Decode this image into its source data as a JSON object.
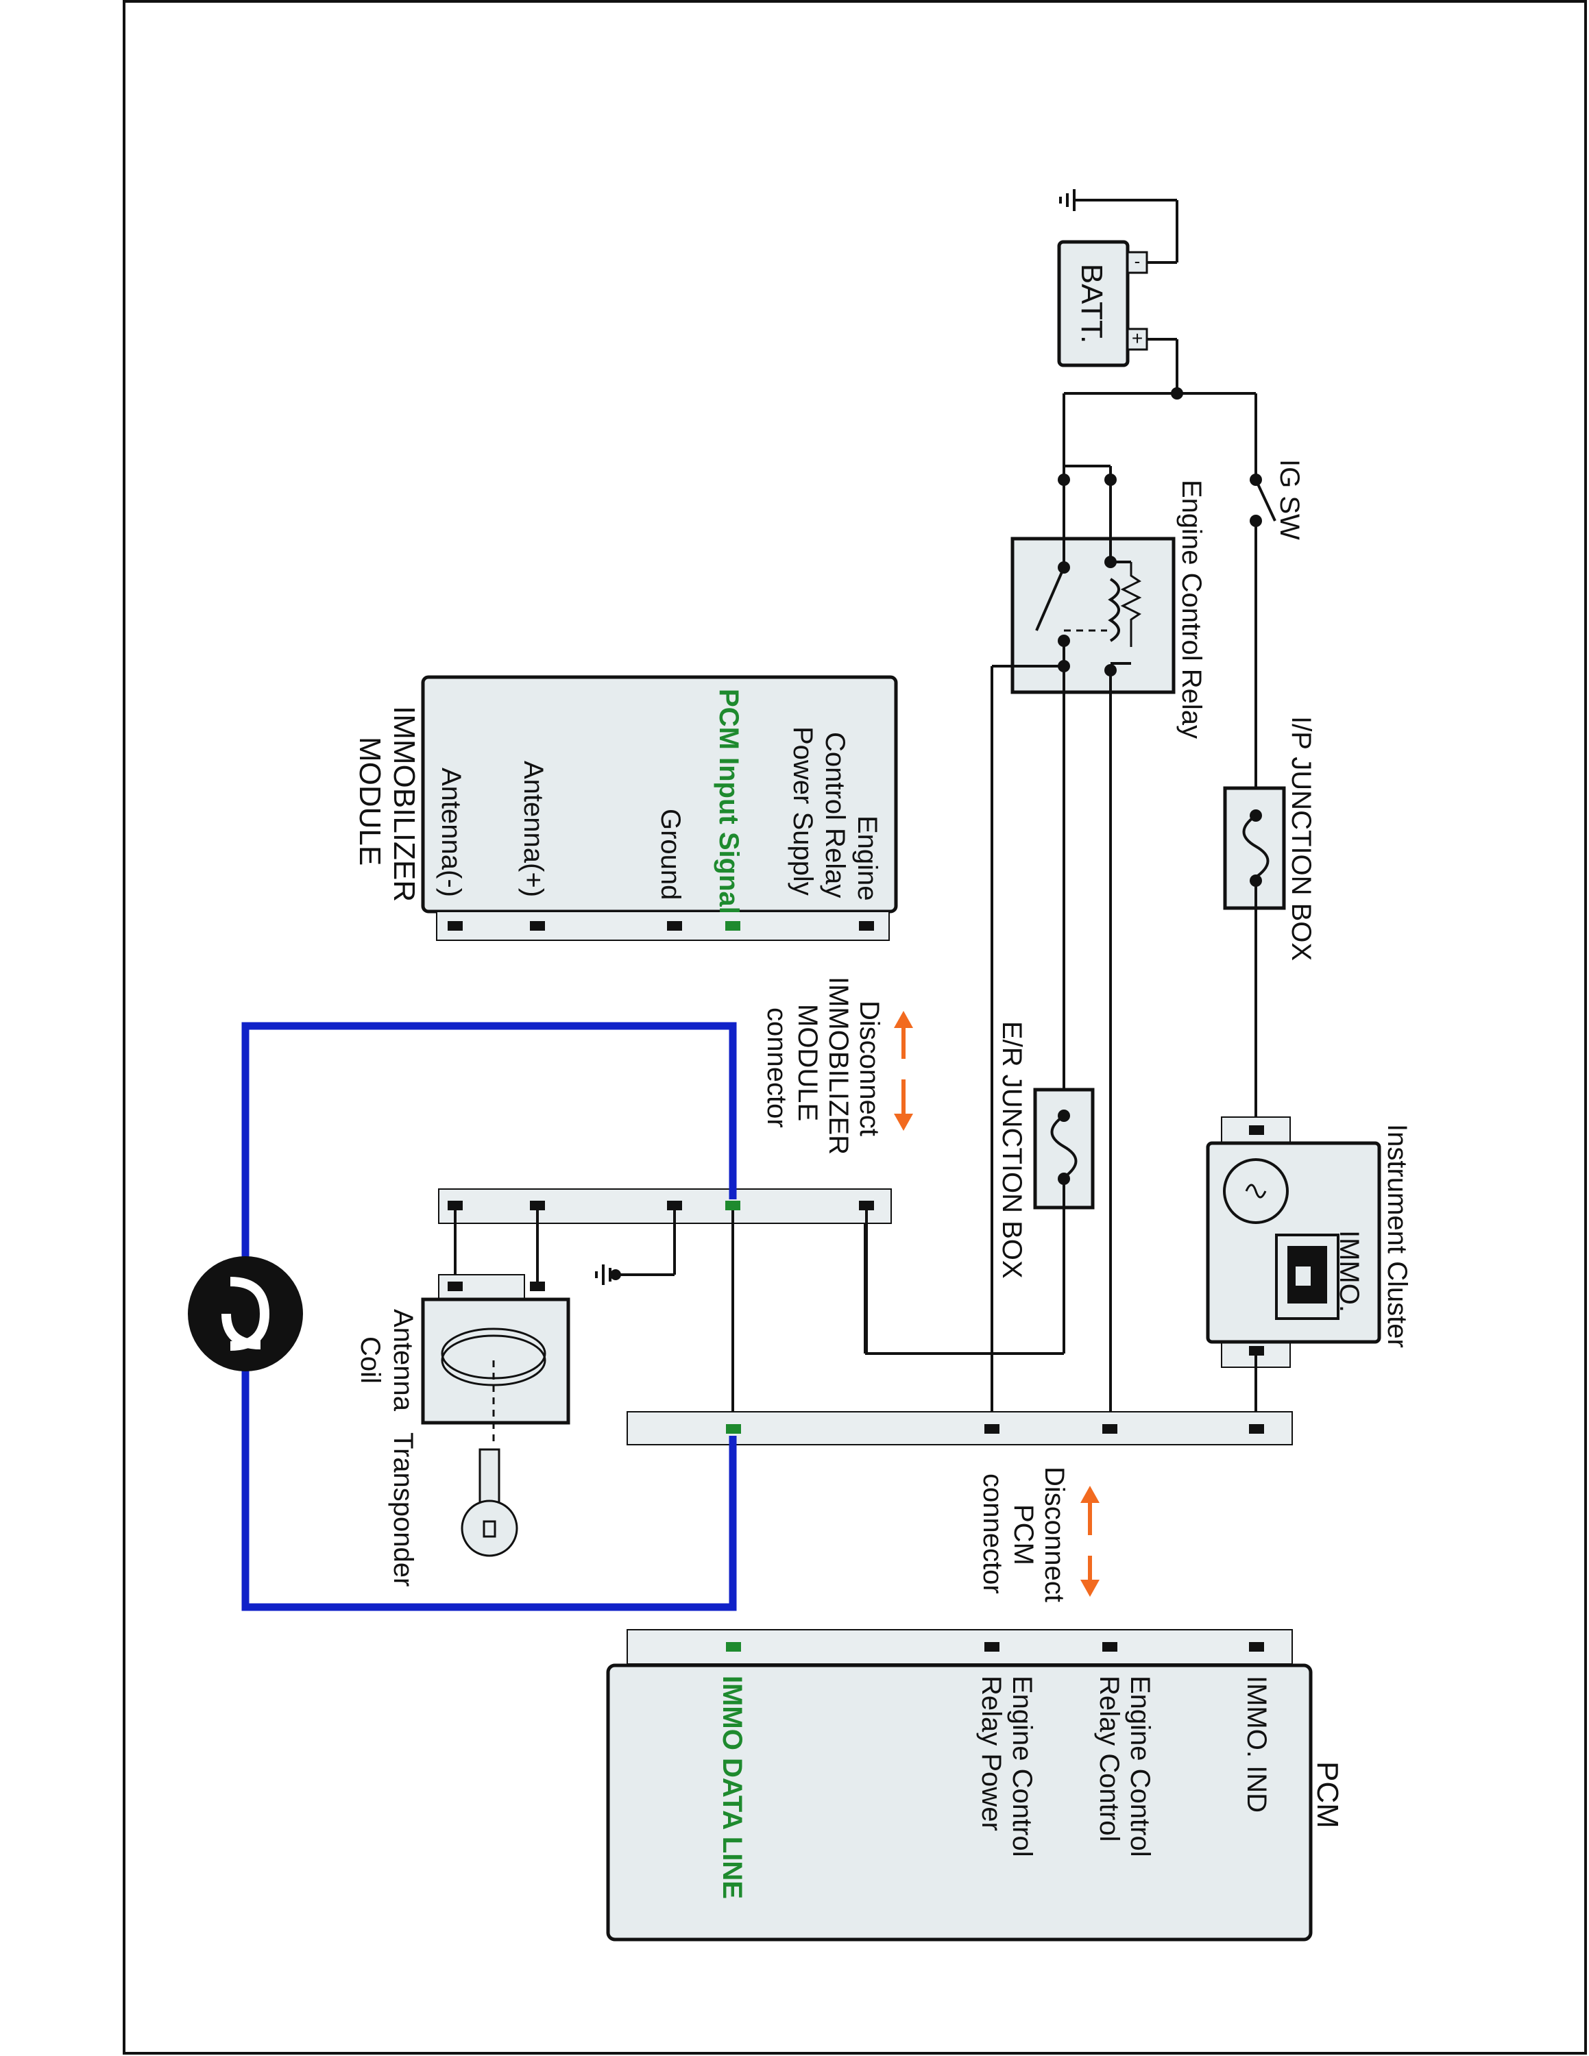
{
  "battery": {
    "label": "BATT.",
    "plus": "+",
    "minus": "-"
  },
  "ig_switch": {
    "label": "IG SW"
  },
  "engine_control_relay": {
    "label": "Engine Control Relay"
  },
  "ip_junction_box": {
    "label": "I/P JUNCTION BOX"
  },
  "er_junction_box": {
    "label": "E/R JUNCTION BOX"
  },
  "instrument_cluster": {
    "label": "Instrument Cluster",
    "immo_label": "IMMO."
  },
  "immobilizer_module": {
    "title_line1": "IMMOBILIZER",
    "title_line2": "MODULE",
    "pins": [
      {
        "line1": "Engine",
        "line2": "Control Relay",
        "line3": "Power Supply"
      },
      {
        "line1": "PCM Input Signal"
      },
      {
        "line1": "Ground"
      },
      {
        "line1": "Antenna(+)"
      },
      {
        "line1": "Antenna(-)"
      }
    ]
  },
  "immo_connector_note": {
    "line1": "Disconnect",
    "line2": "IMMOBILIZER",
    "line3": "MODULE",
    "line4": "connector"
  },
  "pcm_connector_note": {
    "line1": "Disconnect",
    "line2": "PCM",
    "line3": "connector"
  },
  "antenna_coil": {
    "line1": "Antenna",
    "line2": "Coil"
  },
  "transponder": {
    "label": "Transponder"
  },
  "pcm": {
    "title": "PCM",
    "pins": [
      {
        "line1": "IMMO. IND"
      },
      {
        "line1": "Engine Control",
        "line2": "Relay Control"
      },
      {
        "line1": "Engine Control",
        "line2": "Relay Power"
      },
      {
        "line1": "IMMO DATA LINE"
      }
    ]
  },
  "colors": {
    "wire": "#111111",
    "highlight_line": "#1022c8",
    "signal_text": "#1e8a2e",
    "arrow": "#f26a1f",
    "box_fill": "#e6ecee"
  }
}
